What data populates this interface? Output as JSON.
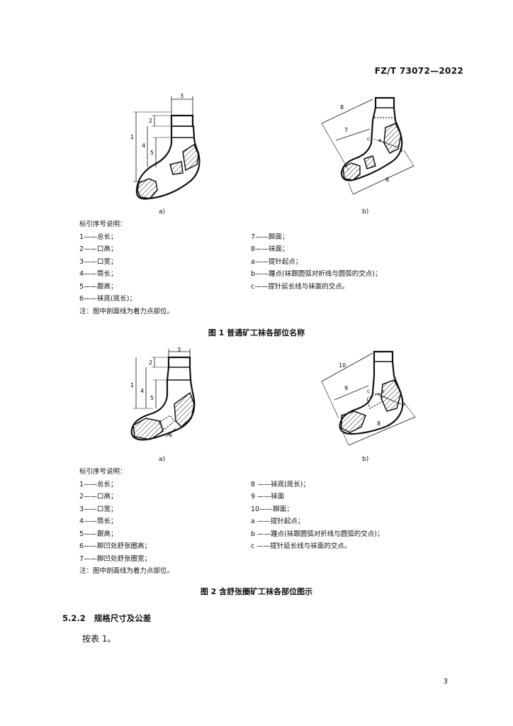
{
  "header": {
    "standard_no": "FZ/T 73072—2022"
  },
  "figure1": {
    "sub_a": "a)",
    "sub_b": "b)",
    "dims_a": [
      "3",
      "2",
      "1",
      "4",
      "5"
    ],
    "dims_b": [
      "8",
      "7",
      "6",
      "c",
      "a",
      "b"
    ],
    "legend_title": "标引序号说明：",
    "legend_left": [
      "1——总长；",
      "2——口高；",
      "3——口宽；",
      "4——筒长；",
      "5——跟高；",
      "6——袜底(底长)；"
    ],
    "legend_right": [
      "7——脚面；",
      "8——袜面；",
      "a——提针起点；",
      "b——踵点(袜跟圆弧对折线与圆弧的交点)；",
      "c——提针延长线与袜面的交点。"
    ],
    "note": "注：图中剖面线为着力点部位。",
    "caption": "图 1   普通矿工袜各部位名称"
  },
  "figure2": {
    "sub_a": "a)",
    "sub_b": "b)",
    "dims_a": [
      "3",
      "2",
      "1",
      "4",
      "5",
      "6"
    ],
    "dims_b": [
      "10",
      "9",
      "8",
      "c",
      "a",
      "b"
    ],
    "legend_title": "标引序号说明：",
    "legend_left": [
      "1——总长；",
      "2——口高；",
      "3——口宽；",
      "4——筒长；",
      "5——跟高；",
      "6——脚凹处舒张圈高；",
      "7——脚凹处舒张圈宽；"
    ],
    "legend_right": [
      "8 ——袜底(底长)；",
      "9 ——袜面",
      "10——脚面；",
      "a ——提针起点；",
      "b ——踵点(袜跟圆弧对折线与圆弧的交点)；",
      "c ——提针延长线与袜面的交点。"
    ],
    "note": "注：图中剖面线为着力点部位。",
    "caption": "图 2   含舒张圈矿工袜各部位图示"
  },
  "section": {
    "number": "5.2.2",
    "title": "规格尺寸及公差",
    "text": "按表 1。"
  },
  "page_number": "3"
}
